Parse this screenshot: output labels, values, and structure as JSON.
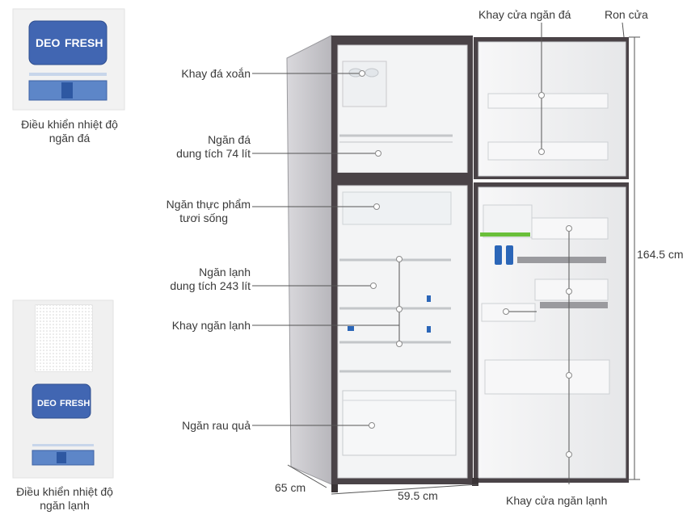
{
  "thumbnails": {
    "freezer_control": {
      "brand_left": "DEO",
      "brand_right": "FRESH",
      "caption_line1": "Điều khiển nhiệt độ",
      "caption_line2": "ngăn đá"
    },
    "fridge_control": {
      "brand_left": "DEO",
      "brand_right": "FRESH",
      "caption_line1": "Điều khiển nhiệt độ",
      "caption_line2": "ngăn lạnh"
    }
  },
  "callouts": {
    "ice_tray": "Khay đá xoắn",
    "freezer_line1": "Ngăn đá",
    "freezer_line2": "dung tích 74 lít",
    "fresh_food_line1": "Ngăn thực phẩm",
    "fresh_food_line2": "tươi sống",
    "fridge_line1": "Ngăn lạnh",
    "fridge_line2": "dung tích 243 lít",
    "fridge_tray": "Khay ngăn lạnh",
    "veg_drawer": "Ngăn rau quả",
    "freezer_door_tray": "Khay cửa ngăn đá",
    "door_gasket": "Ron cửa",
    "fridge_door_tray": "Khay cửa ngăn lạnh"
  },
  "dimensions": {
    "height": "164.5 cm",
    "depth": "65 cm",
    "width": "59.5 cm"
  },
  "colors": {
    "cabinet_steel": "#c9c8cc",
    "door_frame": "#4a4347",
    "liner": "#f3f4f5",
    "deo_badge": "#3f63b0",
    "accent_green": "#6abf3a",
    "bin_blue": "#2b66b8"
  }
}
